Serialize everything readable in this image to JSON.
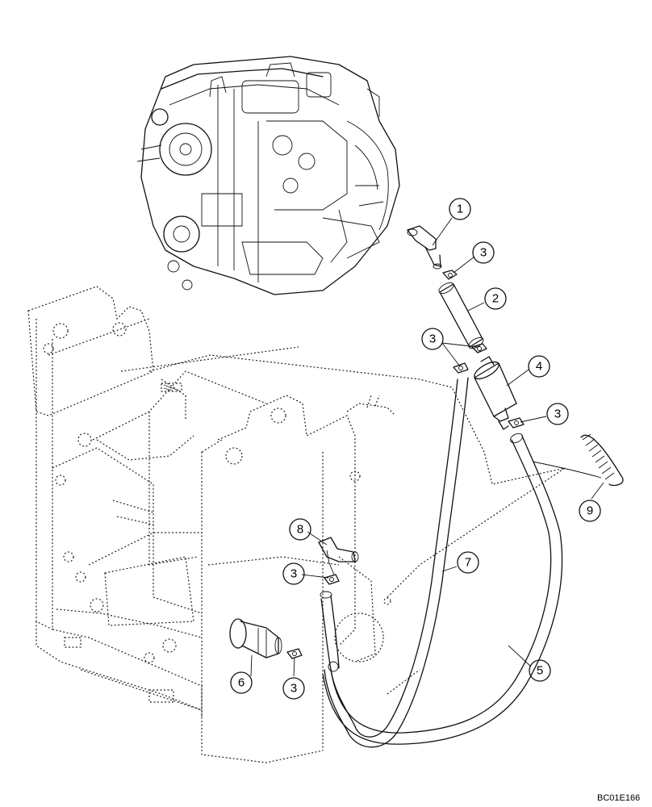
{
  "callouts": [
    {
      "label": "1"
    },
    {
      "label": "2"
    },
    {
      "label": "3"
    },
    {
      "label": "3"
    },
    {
      "label": "3"
    },
    {
      "label": "4"
    },
    {
      "label": "5"
    },
    {
      "label": "6"
    },
    {
      "label": "3"
    },
    {
      "label": "7"
    },
    {
      "label": "8"
    },
    {
      "label": "3"
    },
    {
      "label": "9"
    }
  ],
  "drawing_code": "BC01E166"
}
